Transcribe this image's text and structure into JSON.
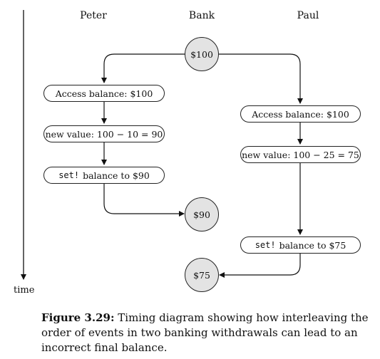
{
  "columns": {
    "peter": "Peter",
    "bank": "Bank",
    "paul": "Paul"
  },
  "time_label": "time",
  "bank_states": {
    "initial": "$100",
    "after_peter": "$90",
    "after_paul": "$75"
  },
  "peter_steps": {
    "access": "Access balance: $100",
    "compute": "new value: 100 − 10 = 90",
    "set_keyword": "set!",
    "set_rest": "balance to $90"
  },
  "paul_steps": {
    "access": "Access balance: $100",
    "compute": "new value: 100 − 25 = 75",
    "set_keyword": "set!",
    "set_rest": "balance to $75"
  },
  "caption": {
    "label": "Figure 3.29:",
    "text": "Timing diagram showing how interleaving the order of events in two banking withdrawals can lead to an incorrect final balance."
  }
}
